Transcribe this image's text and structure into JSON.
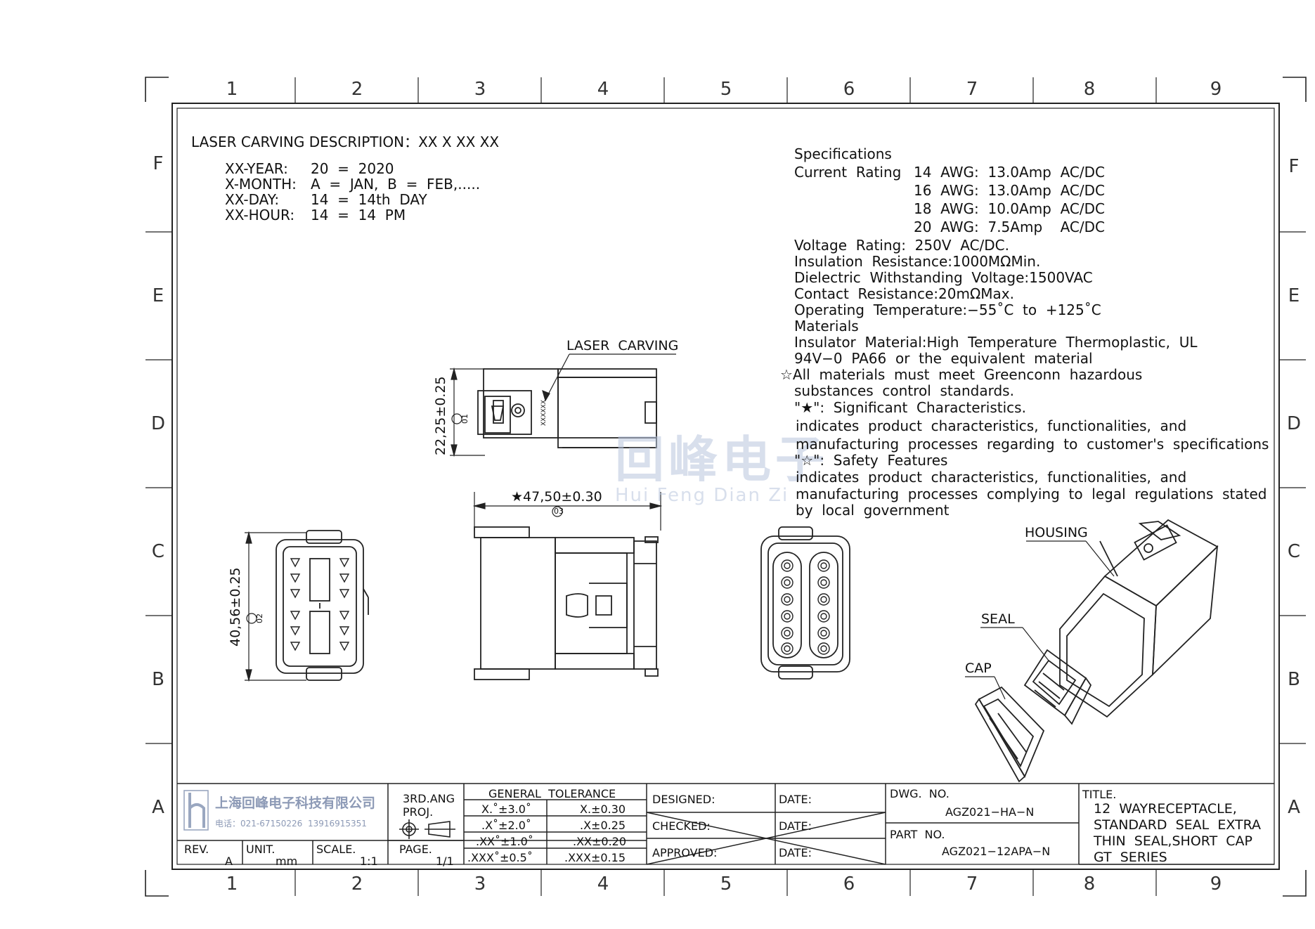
{
  "zones": {
    "columns": [
      "1",
      "2",
      "3",
      "4",
      "5",
      "6",
      "7",
      "8",
      "9"
    ],
    "rows": [
      "F",
      "E",
      "D",
      "C",
      "B",
      "A"
    ]
  },
  "laser": {
    "heading": "LASER  CARVING  DESCRIPTION：XX  X  XX  XX",
    "lines": [
      {
        "key": "XX-YEAR:",
        "val": "20  =  2020"
      },
      {
        "key": "X-MONTH:",
        "val": "A  =  JAN,  B  =  FEB,....."
      },
      {
        "key": "XX-DAY:",
        "val": "14  =  14th  DAY"
      },
      {
        "key": "XX-HOUR:",
        "val": "14  =  14  PM"
      }
    ]
  },
  "specs": {
    "title": "Specifications",
    "current_label": "Current  Rating",
    "current": [
      "14  AWG:  13.0Amp  AC/DC",
      "16  AWG:  13.0Amp  AC/DC",
      "18  AWG:  10.0Amp  AC/DC",
      "20  AWG:  7.5Amp    AC/DC"
    ],
    "lines": [
      "Voltage  Rating:  250V  AC/DC.",
      "Insulation  Resistance:1000MΩMin.",
      "Dielectric  Withstanding  Voltage:1500VAC",
      "Contact  Resistance:20mΩMax.",
      "Operating  Temperature:−55˚C  to  +125˚C",
      "Materials",
      "Insulator  Material:High  Temperature  Thermoplastic,  UL",
      "94V−0  PA66  or  the  equivalent  material",
      "☆All  materials  must  meet  Greenconn  hazardous",
      "substances  control  standards.",
      "\"★\":  Significant  Characteristics.",
      "indicates  product  characteristics,  functionalities,  and",
      "manufacturing  processes  regarding  to  customer's  specifications",
      "\"☆\":  Safety  Features",
      "indicates  product  characteristics,  functionalities,  and",
      "manufacturing  processes  complying  to  legal  regulations  stated",
      "by  local  government"
    ]
  },
  "labels": {
    "laser_carving": "LASER  CARVING",
    "housing": "HOUSING",
    "seal": "SEAL",
    "cap": "CAP",
    "dim_height": "22,25±0.25",
    "dim_height_tag": "01",
    "dim_length": "★47,50±0.30",
    "dim_length_tag": "03",
    "dim_width": "40,56±0.25",
    "dim_width_tag": "02",
    "engrave": "XXXXXX"
  },
  "watermark": {
    "cn": "回峰电子",
    "pinyin": "Hui Feng Dian Zi"
  },
  "title_block": {
    "company_cn": "上海回峰电子科技有限公司",
    "company_tel": "电话：021-67150226  13916915351",
    "rev_label": "REV.",
    "rev": "A",
    "unit_label": "UNIT.",
    "unit": "mm",
    "scale_label": "SCALE.",
    "scale": "1:1",
    "proj_label_1": "3RD.ANG",
    "proj_label_2": "PROJ.",
    "page_label": "PAGE.",
    "page": "1/1",
    "tol_title": "GENERAL  TOLERANCE",
    "tol_ang": [
      "X.˚±3.0˚",
      ".X˚±2.0˚",
      ".XX˚±1.0˚",
      ".XXX˚±0.5˚"
    ],
    "tol_lin": [
      "X.±0.30",
      ".X±0.25",
      ".XX±0.20",
      ".XXX±0.15"
    ],
    "designed": "DESIGNED:",
    "checked": "CHECKED:",
    "approved": "APPROVED:",
    "date": "DATE:",
    "dwg_label": "DWG.  NO.",
    "dwg_no": "AGZ021−HA−N",
    "part_label": "PART  NO.",
    "part_no": "AGZ021−12APA−N",
    "title_label": "TITLE.",
    "title_lines": [
      "12  WAYRECEPTACLE,",
      "STANDARD  SEAL  EXTRA",
      "THIN  SEAL,SHORT  CAP",
      "GT  SERIES"
    ]
  }
}
